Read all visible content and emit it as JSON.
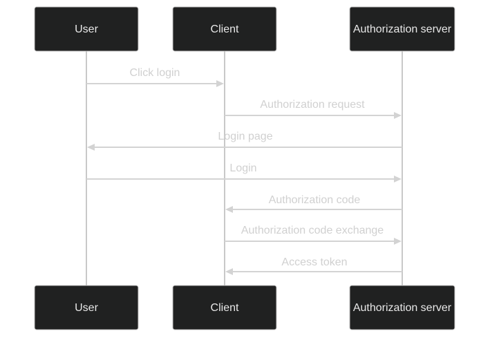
{
  "participants": [
    {
      "id": "user",
      "label": "User"
    },
    {
      "id": "client",
      "label": "Client"
    },
    {
      "id": "auth",
      "label": "Authorization server"
    }
  ],
  "messages": [
    {
      "from": "user",
      "to": "client",
      "label": "Click login"
    },
    {
      "from": "client",
      "to": "auth",
      "label": "Authorization request"
    },
    {
      "from": "auth",
      "to": "user",
      "label": "Login page"
    },
    {
      "from": "user",
      "to": "auth",
      "label": "Login"
    },
    {
      "from": "auth",
      "to": "client",
      "label": "Authorization code"
    },
    {
      "from": "client",
      "to": "auth",
      "label": "Authorization code exchange"
    },
    {
      "from": "auth",
      "to": "client",
      "label": "Access token"
    }
  ],
  "colors": {
    "actor_fill": "#202121",
    "actor_text": "#e8e8e8",
    "line": "#d3d3d3",
    "message_text": "#d0d0d0",
    "background": "#ffffff"
  }
}
